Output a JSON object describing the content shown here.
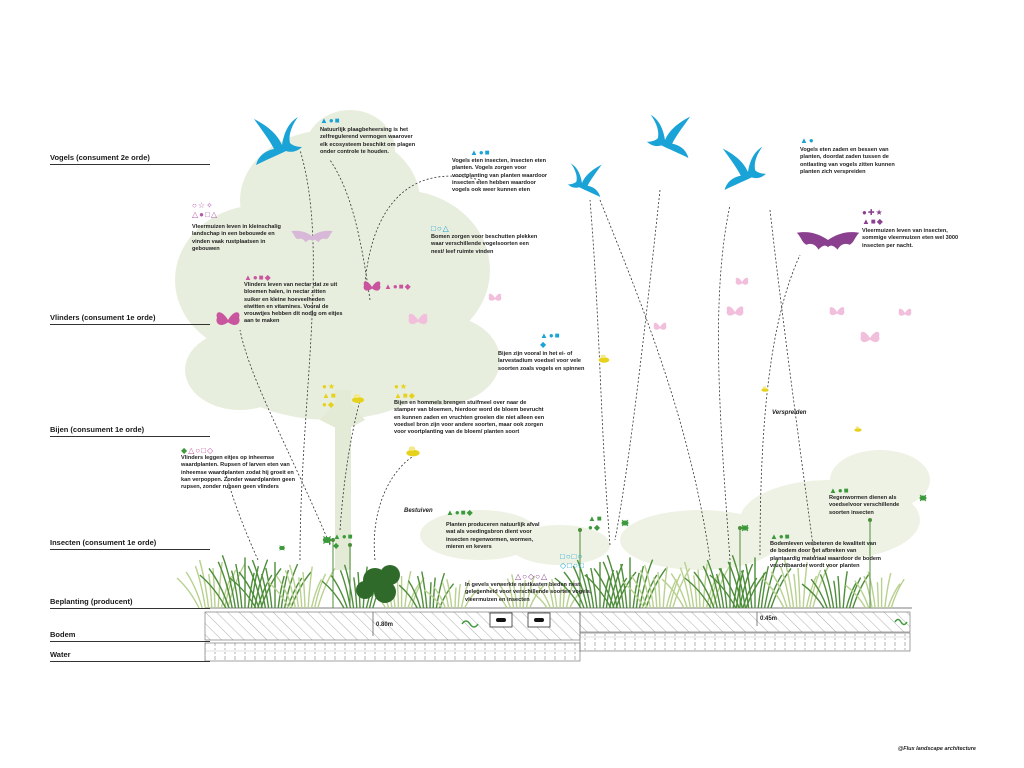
{
  "levels": [
    {
      "label": "Vogels (consument 2e orde)"
    },
    {
      "label": "Vlinders (consument 1e orde)"
    },
    {
      "label": "Bijen (consument 1e orde)"
    },
    {
      "label": "Insecten (consument 1e orde)"
    },
    {
      "label": "Beplanting (producent)"
    },
    {
      "label": "Bodem"
    },
    {
      "label": "Water"
    }
  ],
  "notes": {
    "natuurlijk": "Natuurlijk plaagbeheersing is het\nzelfregulerend vermogen waarover\nelk ecosysteem beschikt om plagen\nonder controle te houden.",
    "vogels_insecten": "Vogels eten insecten, insecten eten\nplanten. Vogels zorgen voor\nvoortplanting van planten waardoor\ninsecten eten hebben waardoor\nvogels ook weer kunnen eten",
    "vogels_zaden": "Vogels eten zaden en bessen van\nplanten, doordat zaden tussen de\nontlasting van vogels zitten kunnen\nplanten zich verspreiden",
    "vleermuizen_leven": "Vleermuizen leven in kleinschalig\nlandschap in een bebouwde en\nvinden vaak rustplaatsen in\ngebouwen",
    "bomen": "Bomen zorgen voor beschutten plekken\nwaar verschillende vogelsoorten een\nnest/ leef ruimte vinden",
    "vleermuizen_eten": "Vleermuizen leven van insecten,\nsommige vleermuizen eten wel 3000\ninsecten per nacht.",
    "vlinders_nectar": "Vlinders leven van nectar dat ze uit\nbloemen halen, in nectar zitten\nsuiker en kleine hoeveelheden\neiwitten en vitamines. Vooral de\nvrouwtjes hebben dit nodig om eitjes\naan te maken",
    "bijen_larve": "Bijen zijn vooral in het ei- of\nlarvestadium voedsel voor vele\nsoorten zoals vogels en spinnen",
    "bijen_hommels": "Bijen en hommels brengen stuifmeel over naar de\nstamper van bloemen, hierdoor word de bloem bevrucht\nen kunnen zaden en vruchten groeien die niet alleen een\nvoedsel bron zijn voor andere soorten, maar ook zorgen\nvoor voortplanting van de bloem/ planten soort",
    "vlinders_eitjes": "Vlinders leggen eitjes op inheemse\nwaardplanten. Rupsen of larven eten van\ninheemse waardplanten zodat hij groeit en\nkan verpoppen. Zonder waardplanten geen\nrupsen, zonder rupsen geen vlinders",
    "planten_afval": "Planten produceren natuurlijk afval\nwat als voedingsbron dient voor\ninsecten regenwormen, wormen,\nmieren en kevers",
    "gevels": "In gevels verwerkte nestkasten bieden nest\ngelegenheid voor verschillende soorten vogels,\nvleermuizen en insecten",
    "regenwormen": "Regenwormen dienen als\nvoedselvoor verschillende\nsoorten insecten",
    "bodemleven": "Bodemleven verbeteren de kwaliteit van\nde bodem door het afbreken van\nplantaardig materiaal waardoor de bodem\nvruchtbaarder wordt voor planten"
  },
  "labels": {
    "bestuiven": "Bestuiven",
    "verspreiden": "Verspreiden",
    "dim_left": "0.80m",
    "dim_right": "0.45m"
  },
  "credit": "@Flux landscape architecture",
  "colors": {
    "bird": "#1aa3d6",
    "butterfly": "#c9559e",
    "butterfly_light": "#f1bfdc",
    "bat": "#8a3f8f",
    "bee": "#e6d21a",
    "insect": "#3c9a3c",
    "tree": "#e6ecd9",
    "grass_dark": "#4e8e3a",
    "grass_light": "#b8d18f"
  },
  "icons": [
    "bird-icon",
    "butterfly-icon",
    "bat-icon",
    "bee-icon",
    "insect-icon",
    "nest-box-icon",
    "worm-icon"
  ]
}
